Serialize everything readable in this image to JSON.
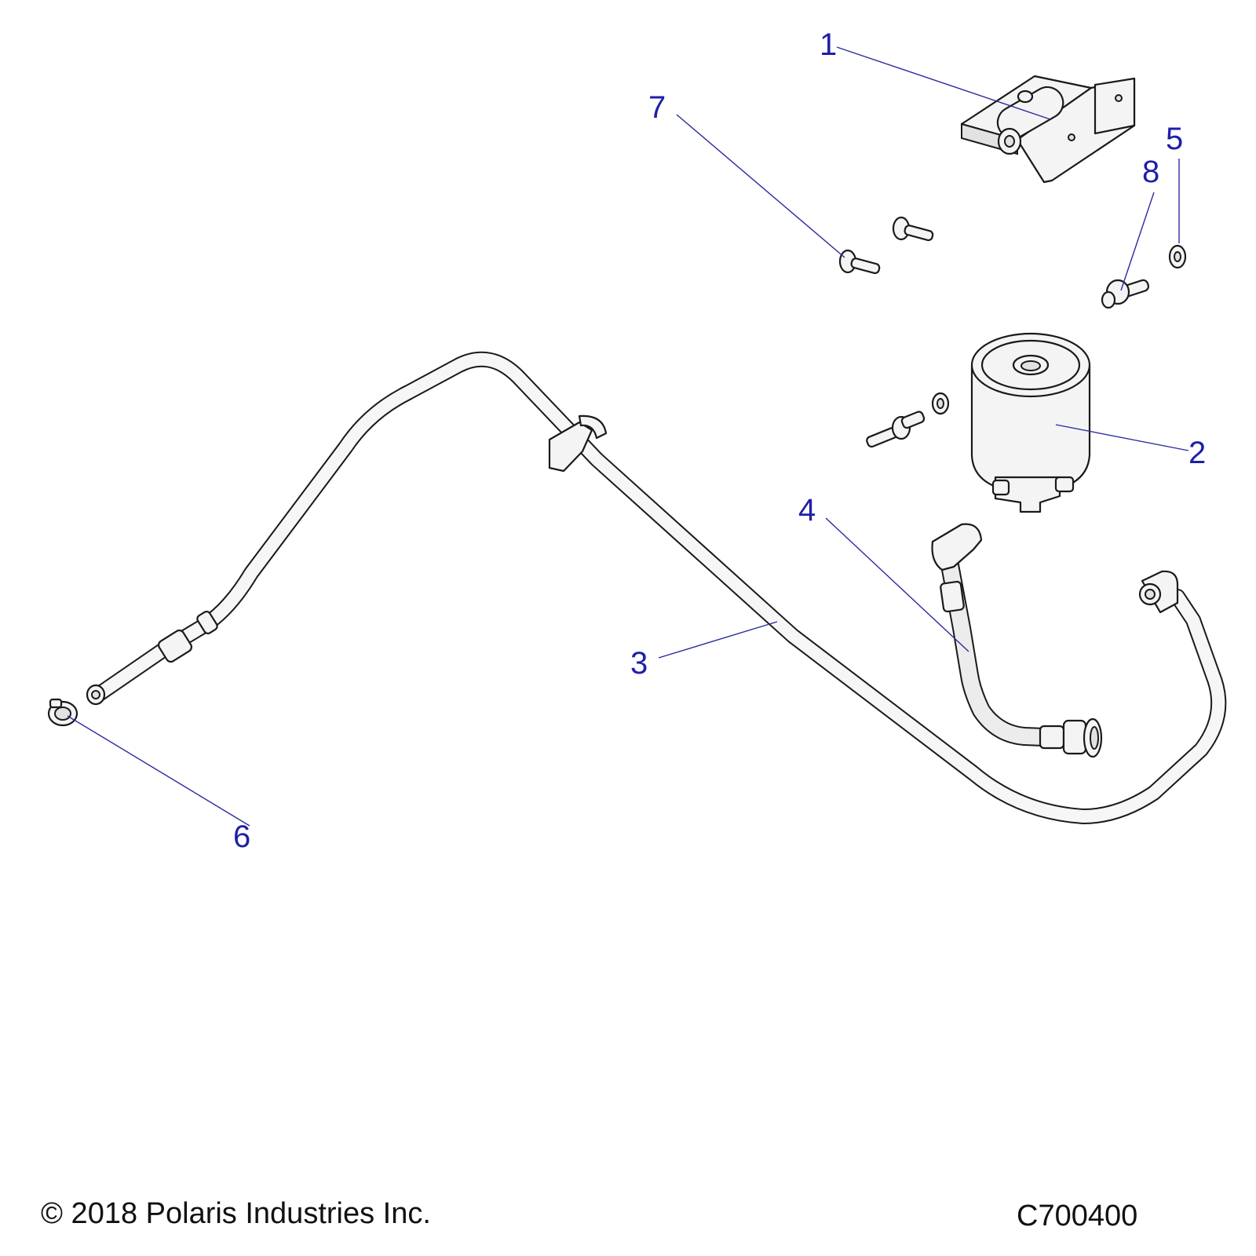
{
  "callouts": [
    {
      "number": "1",
      "part": "bracket"
    },
    {
      "number": "2",
      "part": "fuel-filter"
    },
    {
      "number": "3",
      "part": "fuel-line"
    },
    {
      "number": "4",
      "part": "hose-assembly"
    },
    {
      "number": "5",
      "part": "washer"
    },
    {
      "number": "6",
      "part": "hose-clamp"
    },
    {
      "number": "7",
      "part": "bolt"
    },
    {
      "number": "8",
      "part": "fitting"
    }
  ],
  "footer": {
    "copyright": "© 2018 Polaris Industries Inc.",
    "figure_code": "C700400"
  },
  "colors": {
    "callout_text": "#1f1fa8",
    "leader_line": "#2a2aa0",
    "line_art": "#1a1a1a",
    "part_fill": "#f4f4f4",
    "background": "#ffffff"
  }
}
